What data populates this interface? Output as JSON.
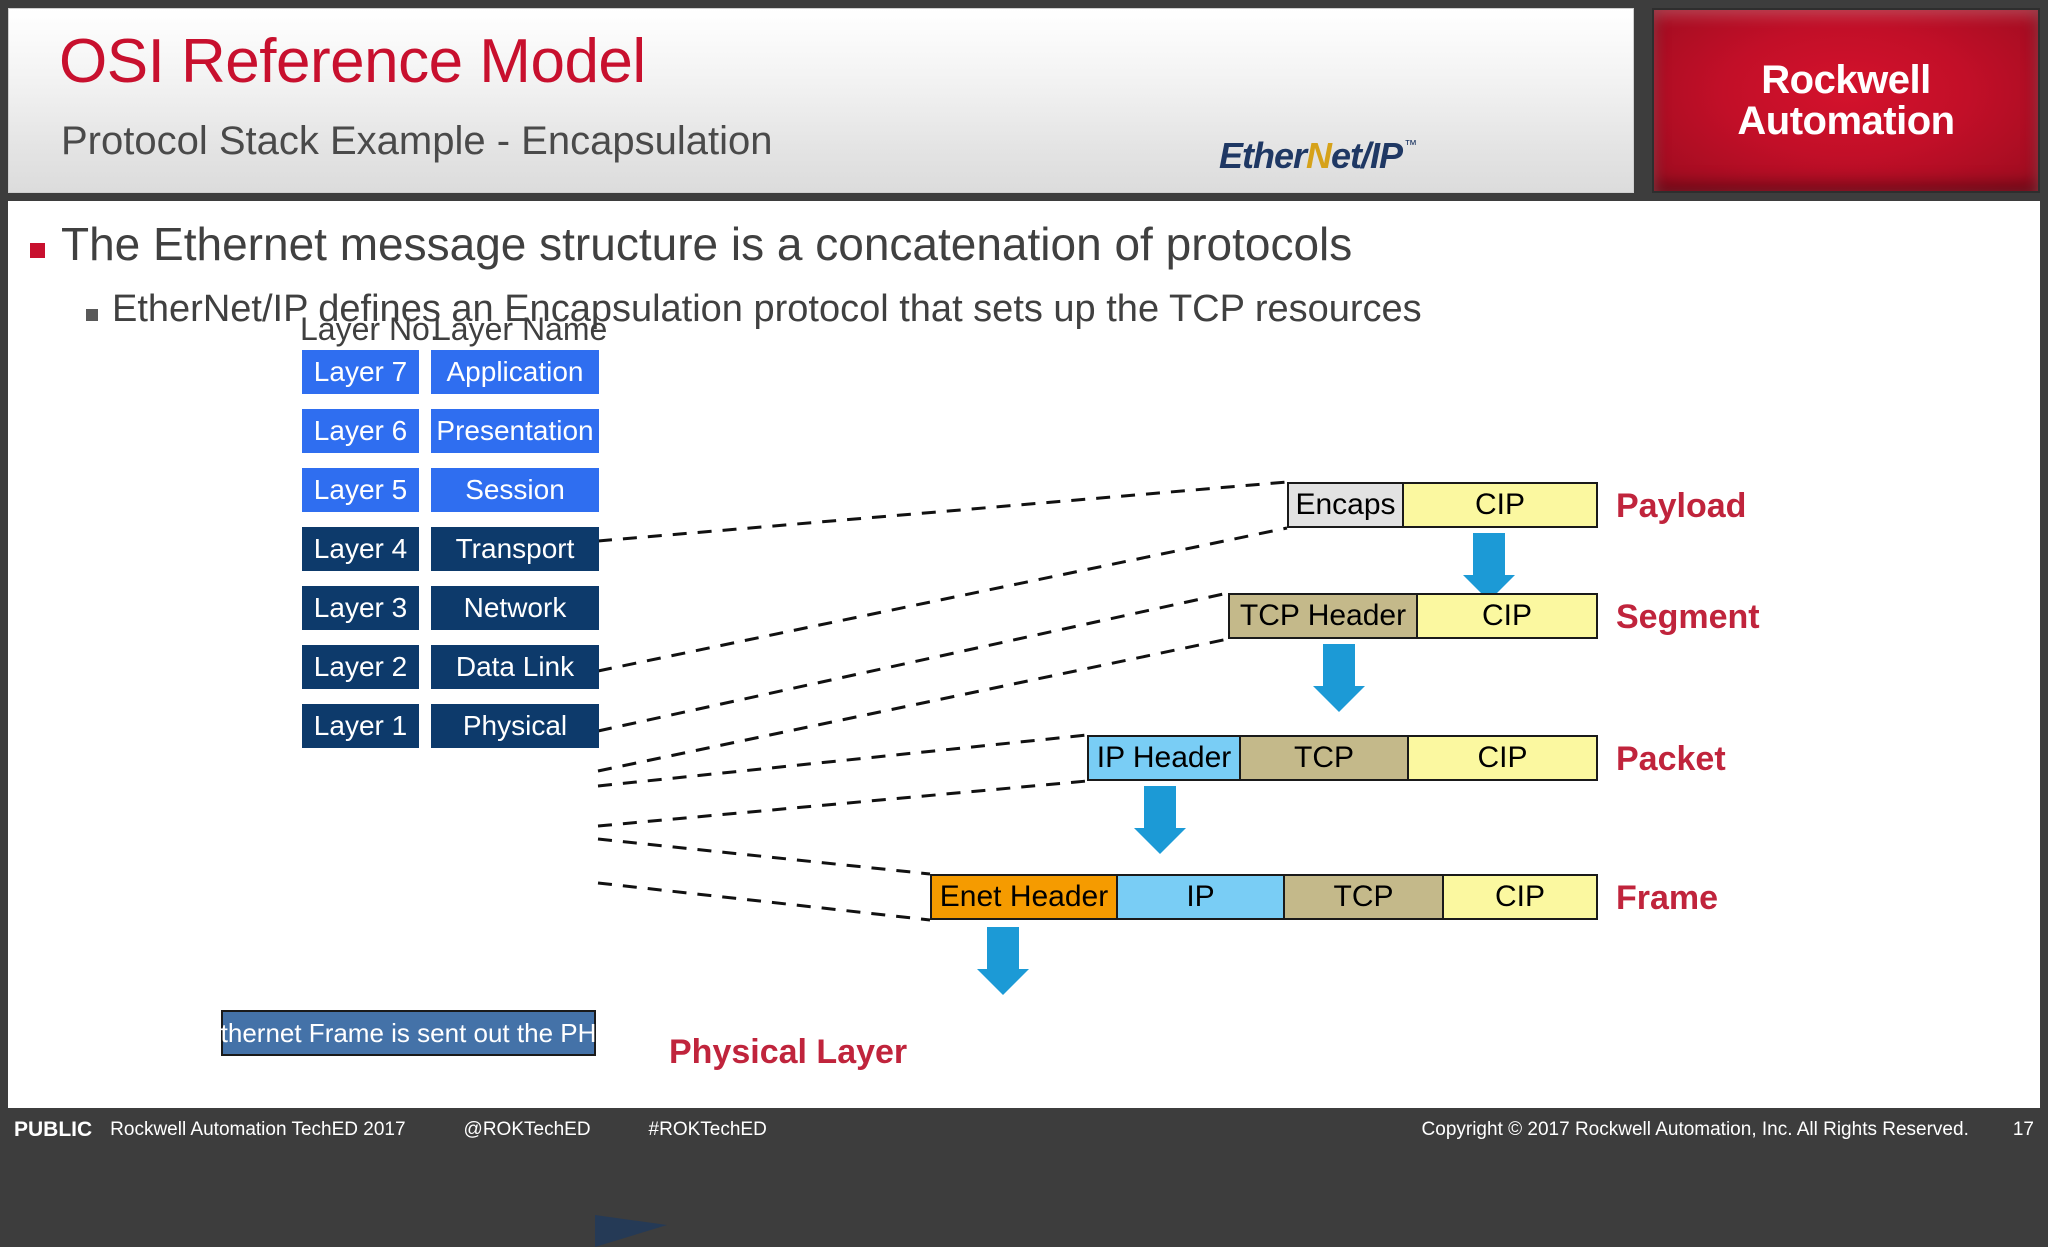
{
  "header": {
    "title": "OSI Reference Model",
    "subtitle": "Protocol Stack Example - Encapsulation",
    "enip_logo": {
      "part_a": "Ether",
      "part_n": "N",
      "part_b": "et/IP",
      "tm": "™"
    },
    "brand_logo": {
      "line1": "Rockwell",
      "line2": "Automation"
    }
  },
  "bullets": {
    "primary": "The Ethernet message structure is a concatenation of protocols",
    "secondary": "EtherNet/IP defines an Encapsulation protocol that sets up the TCP resources"
  },
  "diagram": {
    "column_headers": {
      "number": "Layer No.",
      "name": "Layer Name"
    },
    "layers": [
      {
        "number": "Layer 7",
        "name": "Application",
        "tone": "upper"
      },
      {
        "number": "Layer 6",
        "name": "Presentation",
        "tone": "upper"
      },
      {
        "number": "Layer 5",
        "name": "Session",
        "tone": "upper"
      },
      {
        "number": "Layer 4",
        "name": "Transport",
        "tone": "lower"
      },
      {
        "number": "Layer 3",
        "name": "Network",
        "tone": "lower"
      },
      {
        "number": "Layer 2",
        "name": "Data Link",
        "tone": "lower"
      },
      {
        "number": "Layer 1",
        "name": "Physical",
        "tone": "lower"
      }
    ],
    "stack_rows": [
      {
        "label": "Payload",
        "cells": [
          {
            "text": "Encaps",
            "fill": "encaps"
          },
          {
            "text": "CIP",
            "fill": "cip"
          }
        ]
      },
      {
        "label": "Segment",
        "cells": [
          {
            "text": "TCP Header",
            "fill": "tcp"
          },
          {
            "text": "CIP",
            "fill": "cip"
          }
        ]
      },
      {
        "label": "Packet",
        "cells": [
          {
            "text": "IP Header",
            "fill": "ip"
          },
          {
            "text": "TCP",
            "fill": "tcp"
          },
          {
            "text": "CIP",
            "fill": "cip"
          }
        ]
      },
      {
        "label": "Frame",
        "cells": [
          {
            "text": "Enet Header",
            "fill": "enet"
          },
          {
            "text": "IP",
            "fill": "ip"
          },
          {
            "text": "TCP",
            "fill": "tcp"
          },
          {
            "text": "CIP",
            "fill": "cip"
          }
        ]
      }
    ],
    "callout": "Ethernet Frame is sent out the PHY",
    "physical_layer_label": "Physical Layer"
  },
  "footer": {
    "classification": "PUBLIC",
    "event": "Rockwell Automation TechED 2017",
    "handle": "@ROKTechED",
    "hashtag": "#ROKTechED",
    "copyright": "Copyright © 2017 Rockwell Automation, Inc. All Rights Reserved.",
    "page_number": "17"
  },
  "colors": {
    "brand_red": "#c8102e",
    "label_red": "#c0243c",
    "layer_upper": "#2f6ef0",
    "layer_lower": "#0d3a6b",
    "arrow_blue": "#1c9ad6",
    "cip_yellow": "#fbf8a0",
    "tcp_tan": "#c4b98a",
    "ip_blue": "#79cdf5",
    "enet_orange": "#f59b00",
    "encaps_gray": "#e2e2e2",
    "callout_blue": "#4472a8",
    "chrome_dark": "#3d3d3d"
  }
}
